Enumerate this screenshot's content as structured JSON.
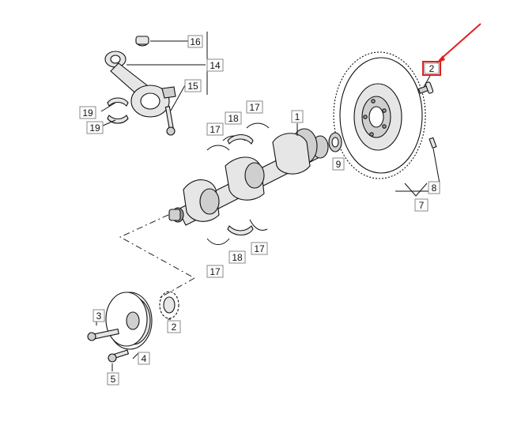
{
  "colors": {
    "highlight": "#e02020",
    "line": "#111111",
    "label_box": "#8a8a8a"
  },
  "callouts": {
    "c1": "1",
    "c2_pulley": "2",
    "c2_flywheel": "2",
    "c3": "3",
    "c4": "4",
    "c5": "5",
    "c7": "7",
    "c8": "8",
    "c9": "9",
    "c14": "14",
    "c15": "15",
    "c16": "16",
    "c17a": "17",
    "c17b": "17",
    "c17c": "17",
    "c17d": "17",
    "c18a": "18",
    "c18b": "18",
    "c19a": "19",
    "c19b": "19"
  }
}
